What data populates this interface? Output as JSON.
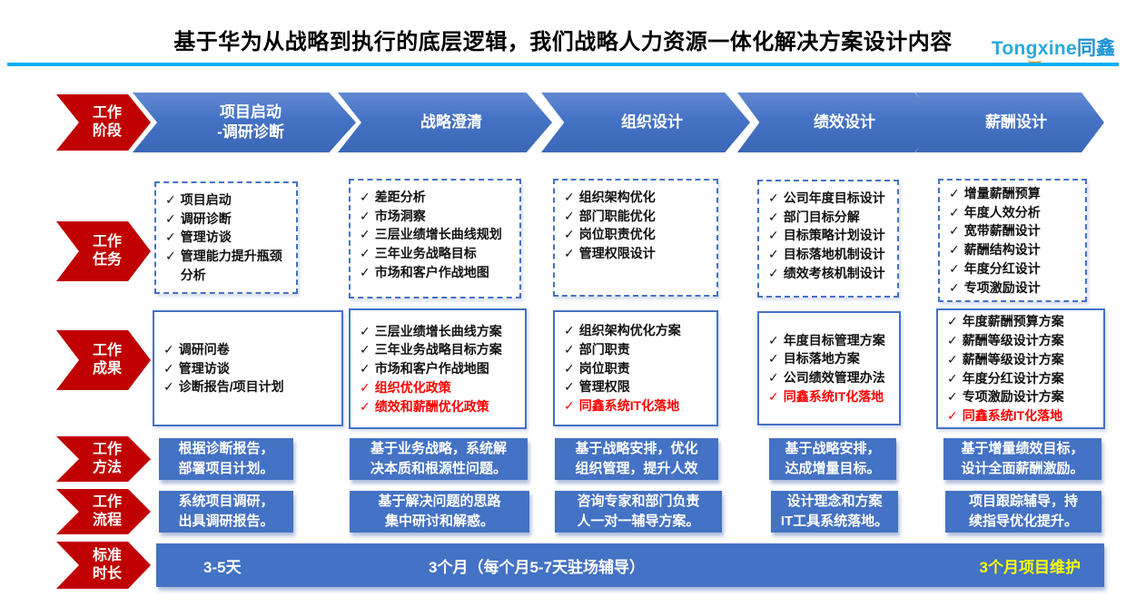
{
  "header": {
    "title": "基于华为从战略到执行的底层逻辑，我们战略人力资源一体化解决方案设计内容",
    "logo": {
      "latin": "Tongxine",
      "cjk": "同鑫"
    }
  },
  "accent_colors": {
    "label_red": "#C00000",
    "main_blue": "#4472C4",
    "underline_cyan": "#00B0F0",
    "highlight_red": "#FF0000",
    "highlight_yellow": "#FFFF00"
  },
  "icons": {
    "check": "✓"
  },
  "row_labels": [
    {
      "line1": "工作",
      "line2": "阶段"
    },
    {
      "line1": "工作",
      "line2": "任务"
    },
    {
      "line1": "工作",
      "line2": "成果"
    },
    {
      "line1": "工作",
      "line2": "方法"
    },
    {
      "line1": "工作",
      "line2": "流程"
    },
    {
      "line1": "标准",
      "line2": "时长"
    }
  ],
  "columns": [
    {
      "phase_line1": "项目启动",
      "phase_line2": "-调研诊断",
      "tasks": [
        {
          "text": "项目启动"
        },
        {
          "text": "调研诊断"
        },
        {
          "text": "管理访谈"
        },
        {
          "text": "管理能力提升瓶颈分析"
        }
      ],
      "results": [
        {
          "text": "调研问卷"
        },
        {
          "text": "管理访谈"
        },
        {
          "text": "诊断报告/项目计划"
        }
      ],
      "method": [
        "根据诊断报告，",
        "部署项目计划。"
      ],
      "process": [
        "系统项目调研，",
        "出具调研报告。"
      ]
    },
    {
      "phase_line1": "战略澄清",
      "phase_line2": "",
      "tasks": [
        {
          "text": "差距分析"
        },
        {
          "text": "市场洞察"
        },
        {
          "text": "三层业绩增长曲线规划"
        },
        {
          "text": "三年业务战略目标"
        },
        {
          "text": "市场和客户作战地图"
        }
      ],
      "results": [
        {
          "text": "三层业绩增长曲线方案"
        },
        {
          "text": "三年业务战略目标方案"
        },
        {
          "text": "市场和客户作战地图"
        },
        {
          "text": "组织优化政策",
          "red": true
        },
        {
          "text": "绩效和薪酬优化政策",
          "red": true
        }
      ],
      "method": [
        "基于业务战略，系统解",
        "决本质和根源性问题。"
      ],
      "process": [
        "基于解决问题的思路",
        "集中研讨和解惑。"
      ]
    },
    {
      "phase_line1": "组织设计",
      "phase_line2": "",
      "tasks": [
        {
          "text": "组织架构优化"
        },
        {
          "text": "部门职能优化"
        },
        {
          "text": "岗位职责优化"
        },
        {
          "text": "管理权限设计"
        }
      ],
      "results": [
        {
          "text": "组织架构优化方案"
        },
        {
          "text": "部门职责"
        },
        {
          "text": "岗位职责"
        },
        {
          "text": "管理权限"
        },
        {
          "text": "同鑫系统IT化落地",
          "red": true
        }
      ],
      "method": [
        "基于战略安排，优化",
        "组织管理，提升人效"
      ],
      "process": [
        "咨询专家和部门负责",
        "人一对一辅导方案。"
      ]
    },
    {
      "phase_line1": "绩效设计",
      "phase_line2": "",
      "tasks": [
        {
          "text": "公司年度目标设计"
        },
        {
          "text": "部门目标分解"
        },
        {
          "text": "目标策略计划设计"
        },
        {
          "text": "目标落地机制设计"
        },
        {
          "text": "绩效考核机制设计"
        }
      ],
      "results": [
        {
          "text": "年度目标管理方案"
        },
        {
          "text": "目标落地方案"
        },
        {
          "text": "公司绩效管理办法"
        },
        {
          "text": "同鑫系统IT化落地",
          "red": true
        }
      ],
      "method": [
        "基于战略安排，",
        "达成增量目标。"
      ],
      "process": [
        "设计理念和方案",
        "IT工具系统落地。"
      ]
    },
    {
      "phase_line1": "薪酬设计",
      "phase_line2": "",
      "tasks": [
        {
          "text": "增量薪酬预算"
        },
        {
          "text": "年度人效分析"
        },
        {
          "text": "宽带薪酬设计"
        },
        {
          "text": "薪酬结构设计"
        },
        {
          "text": "年度分红设计"
        },
        {
          "text": "专项激励设计"
        }
      ],
      "results": [
        {
          "text": "年度薪酬预算方案"
        },
        {
          "text": "薪酬等级设计方案"
        },
        {
          "text": "薪酬等级设计方案"
        },
        {
          "text": "年度分红设计方案"
        },
        {
          "text": "专项激励设计方案"
        },
        {
          "text": "同鑫系统IT化落地",
          "red": true
        }
      ],
      "method": [
        "基于增量绩效目标，",
        "设计全面薪酬激励。"
      ],
      "process": [
        "项目跟踪辅导，持",
        "续指导优化提升。"
      ]
    }
  ],
  "duration": {
    "seg1": "3-5天",
    "seg2": "3个月（每个月5-7天驻场辅导）",
    "seg3": "3个月项目维护"
  }
}
